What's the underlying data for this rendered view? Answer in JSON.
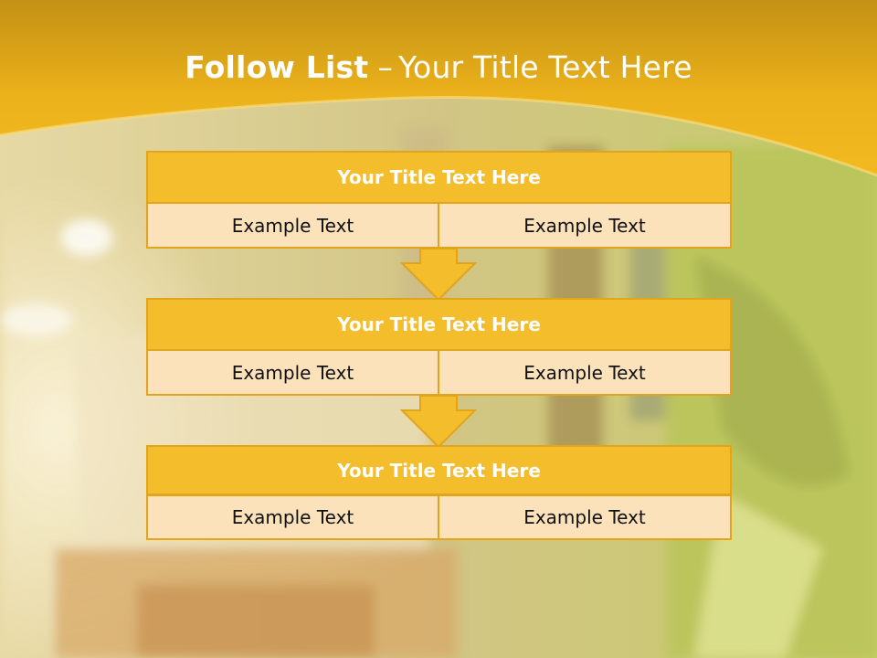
{
  "slide": {
    "title_bold": "Follow List",
    "title_separator": "–",
    "title_rest": "Your Title Text Here"
  },
  "steps": [
    {
      "title": "Your Title Text Here",
      "left": "Example Text",
      "right": "Example Text"
    },
    {
      "title": "Your Title Text Here",
      "left": "Example Text",
      "right": "Example Text"
    },
    {
      "title": "Your Title Text Here",
      "left": "Example Text",
      "right": "Example Text"
    }
  ],
  "colors": {
    "header_band": "#f0b31b",
    "box_header": "#f4bd2c",
    "box_cell": "#fbe2bb",
    "border": "#e2a41a"
  }
}
